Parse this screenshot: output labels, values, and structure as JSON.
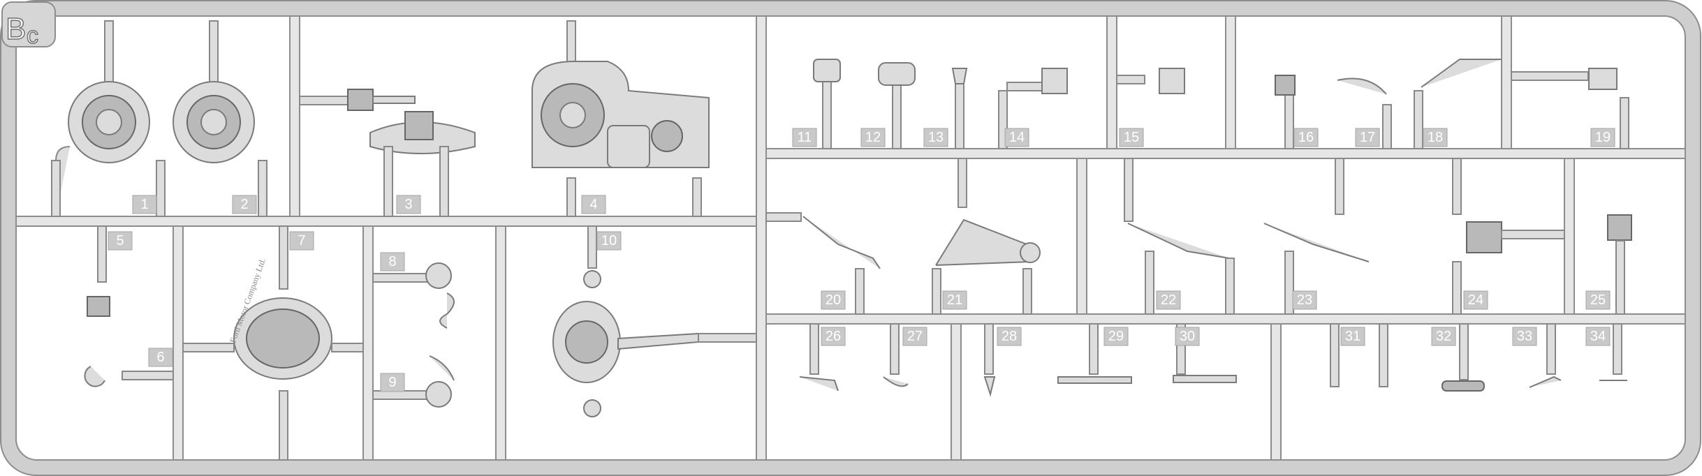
{
  "sprue_label": {
    "letter": "B",
    "suffix": "c"
  },
  "part_numbers": [
    "1",
    "2",
    "3",
    "4",
    "5",
    "6",
    "7",
    "8",
    "9",
    "10",
    "11",
    "12",
    "13",
    "14",
    "15",
    "16",
    "17",
    "18",
    "19",
    "20",
    "21",
    "22",
    "23",
    "24",
    "25",
    "26",
    "27",
    "28",
    "29",
    "30",
    "31",
    "32",
    "33",
    "34"
  ],
  "colors": {
    "plastic": "#e6e6e6",
    "outline": "#8d8d8d",
    "tag": "#c9c9c9"
  }
}
